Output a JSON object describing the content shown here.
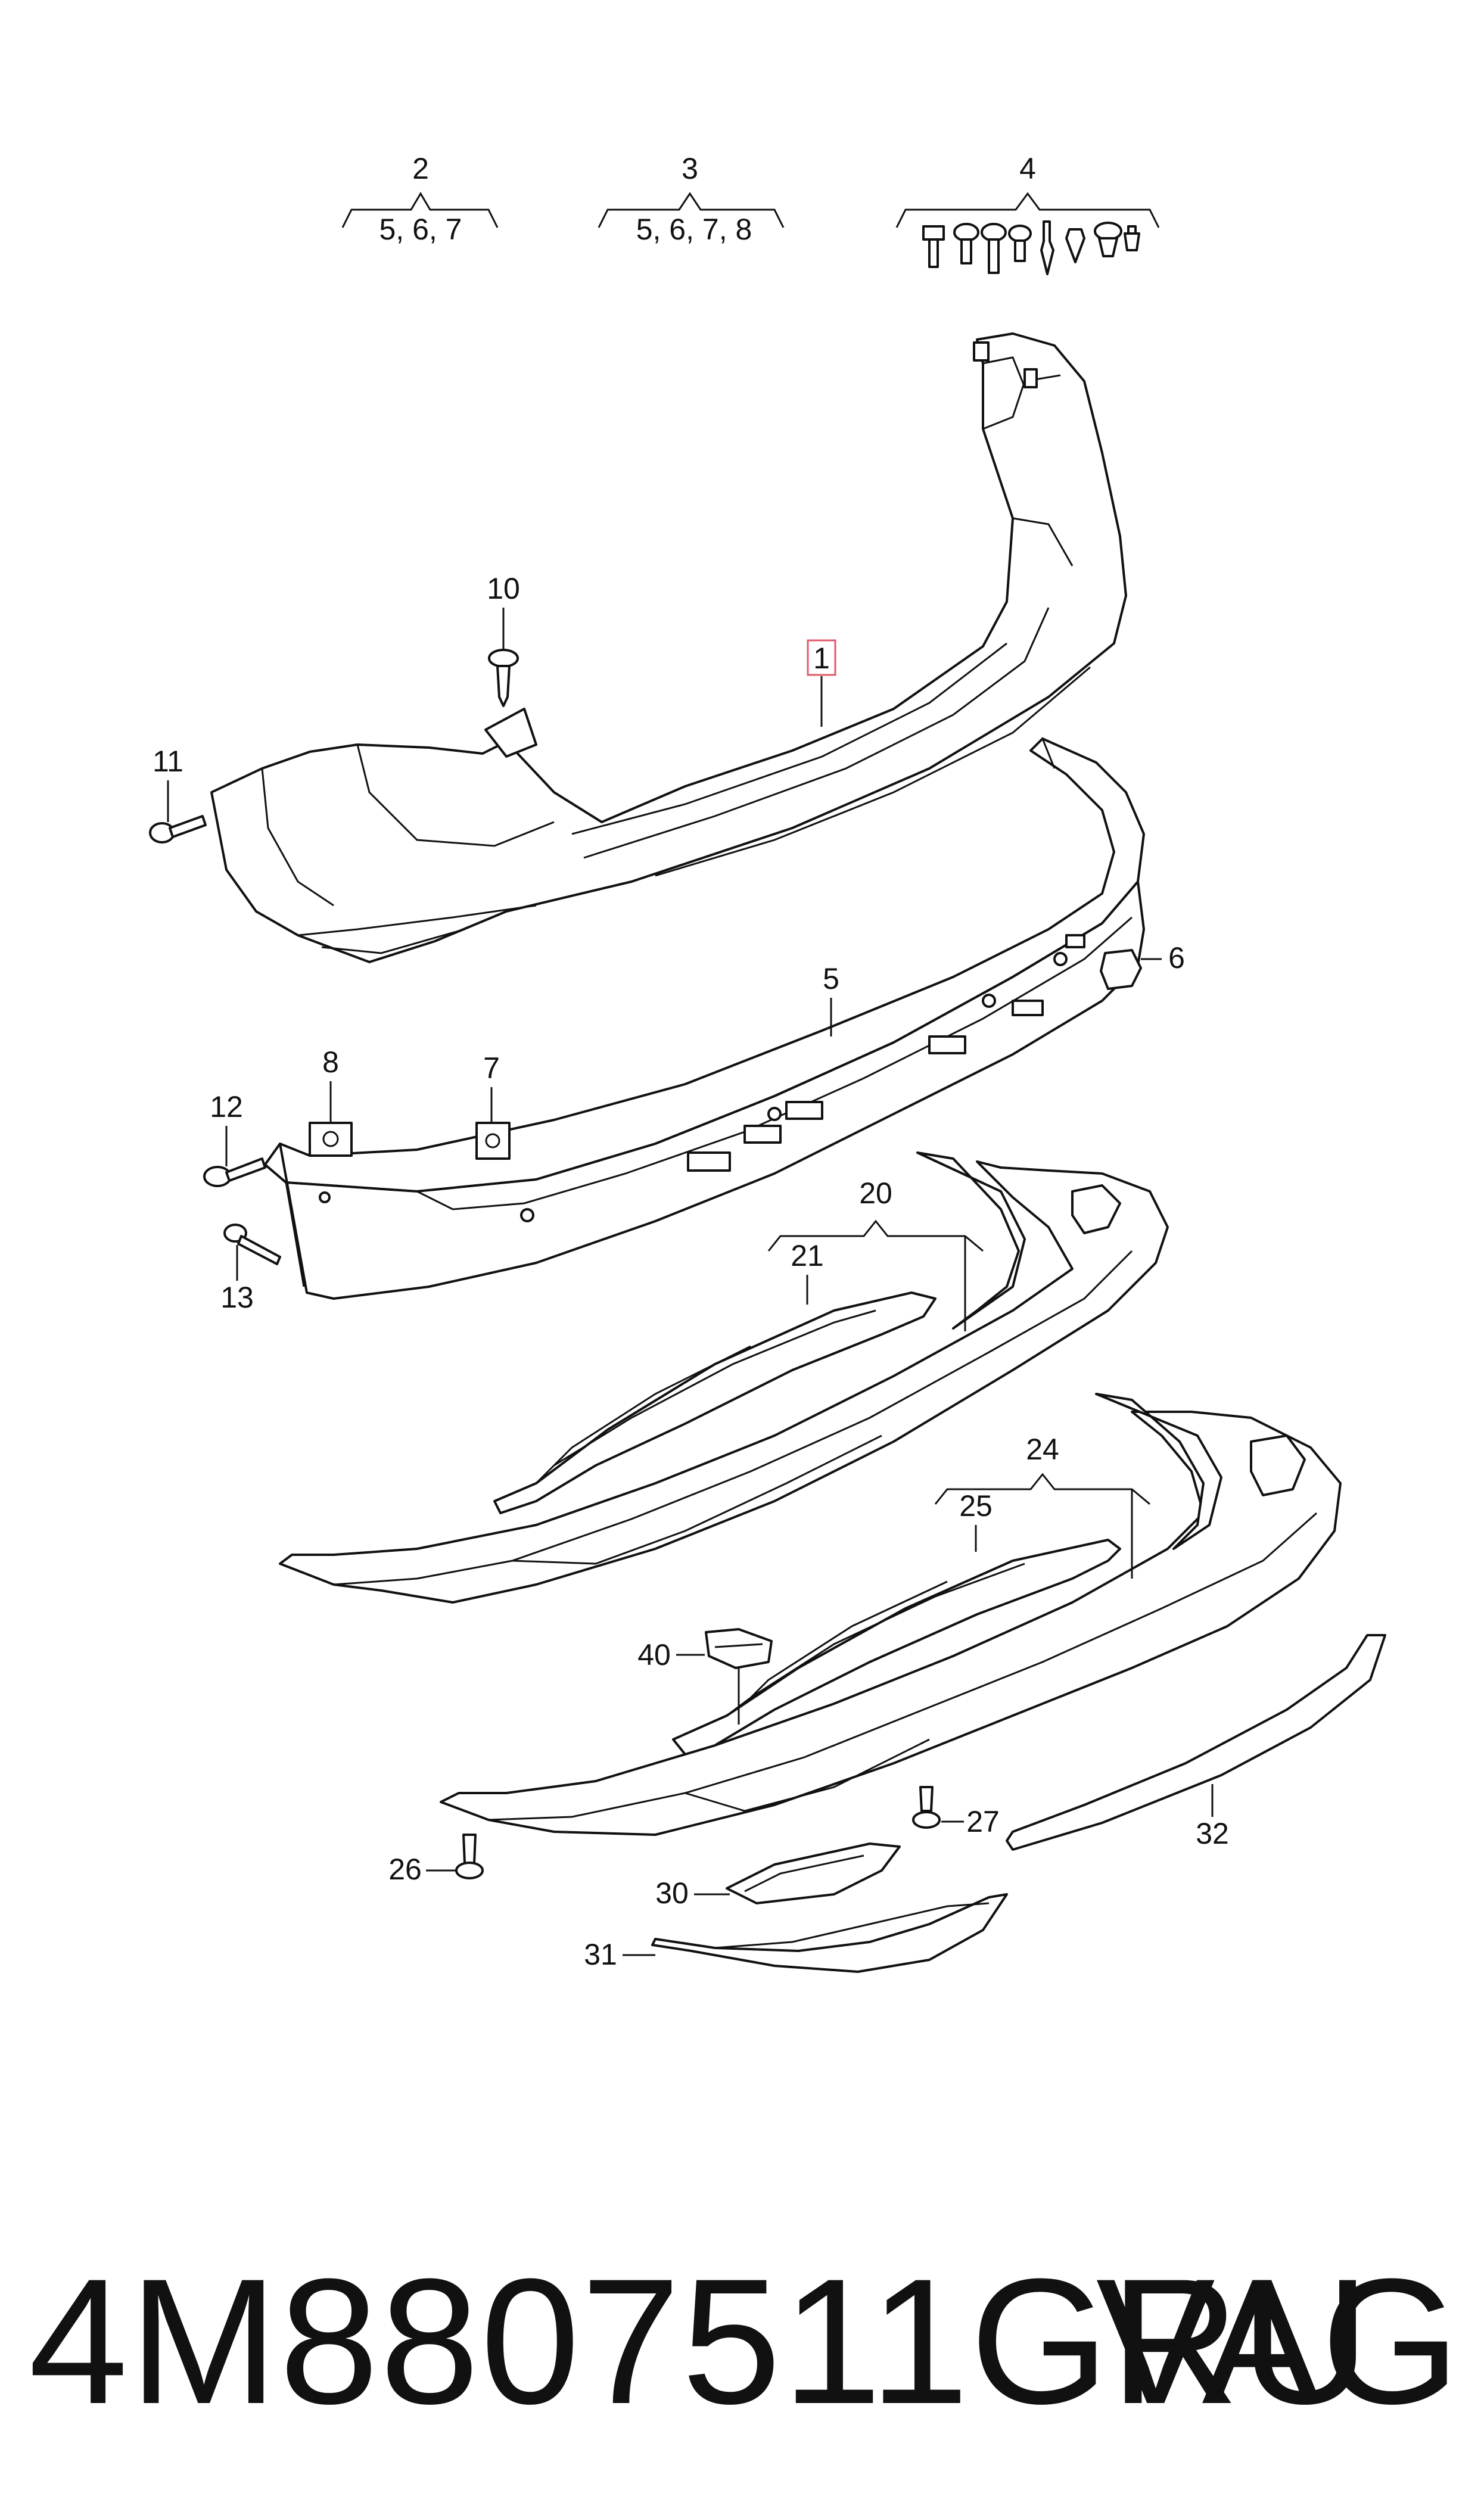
{
  "diagram": {
    "kits": {
      "kit_2": {
        "number": "2",
        "contents": "5, 6, 7"
      },
      "kit_3": {
        "number": "3",
        "contents": "5, 6, 7, 8"
      },
      "kit_4": {
        "number": "4"
      }
    },
    "callouts": {
      "p1": "1",
      "p5": "5",
      "p6": "6",
      "p7": "7",
      "p8": "8",
      "p10": "10",
      "p11": "11",
      "p12": "12",
      "p13": "13",
      "p20": "20",
      "p21": "21",
      "p24": "24",
      "p25": "25",
      "p26": "26",
      "p27": "27",
      "p30": "30",
      "p31": "31",
      "p32": "32",
      "p40": "40"
    },
    "highlight_color": "#e05a6a"
  },
  "footer": {
    "part_number": "4M8807511GRU",
    "brand": "VAG"
  }
}
